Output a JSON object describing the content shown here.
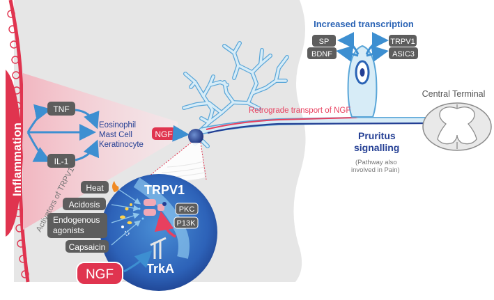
{
  "labels": {
    "inflammation": "Inflammation",
    "tnf": "TNF",
    "il1": "IL-1",
    "eosinophil": "Eosinophil",
    "mast_cell": "Mast Cell",
    "keratinocyte": "Keratinocyte",
    "ngf_small": "NGF",
    "increased_transcription": "Increased transcription",
    "sp": "SP",
    "bdnf": "BDNF",
    "trpv1_box": "TRPV1",
    "asic3": "ASIC3",
    "retrograde": "Retrograde transport of NGF",
    "central_terminal": "Central Terminal",
    "pruritus_line1": "Pruritus",
    "pruritus_line2": "signalling",
    "pathway_line1": "(Pathway also",
    "pathway_line2": "involved in Pain)",
    "activators": "Activators of TRPV1",
    "heat": "Heat",
    "acidosis": "Acidosis",
    "endogenous_line1": "Endogenous",
    "endogenous_line2": "agonists",
    "capsaicin": "Capsaicin",
    "trpv1_big": "TRPV1",
    "pkc": "PKC",
    "p13k": "P13K",
    "trka": "TrkA",
    "ngf_big": "NGF"
  },
  "colors": {
    "skin": "#e6e6e6",
    "inflammation_red": "#e0344f",
    "gray_box": "#5d5d5d",
    "dark_blue": "#243f94",
    "neuron_light": "#d7ecf7",
    "neuron_outline": "#5aa6d8",
    "arrow_blue": "#3d8fd1",
    "circle_blue": "#2a63b5",
    "retro_red": "#e8405f"
  }
}
